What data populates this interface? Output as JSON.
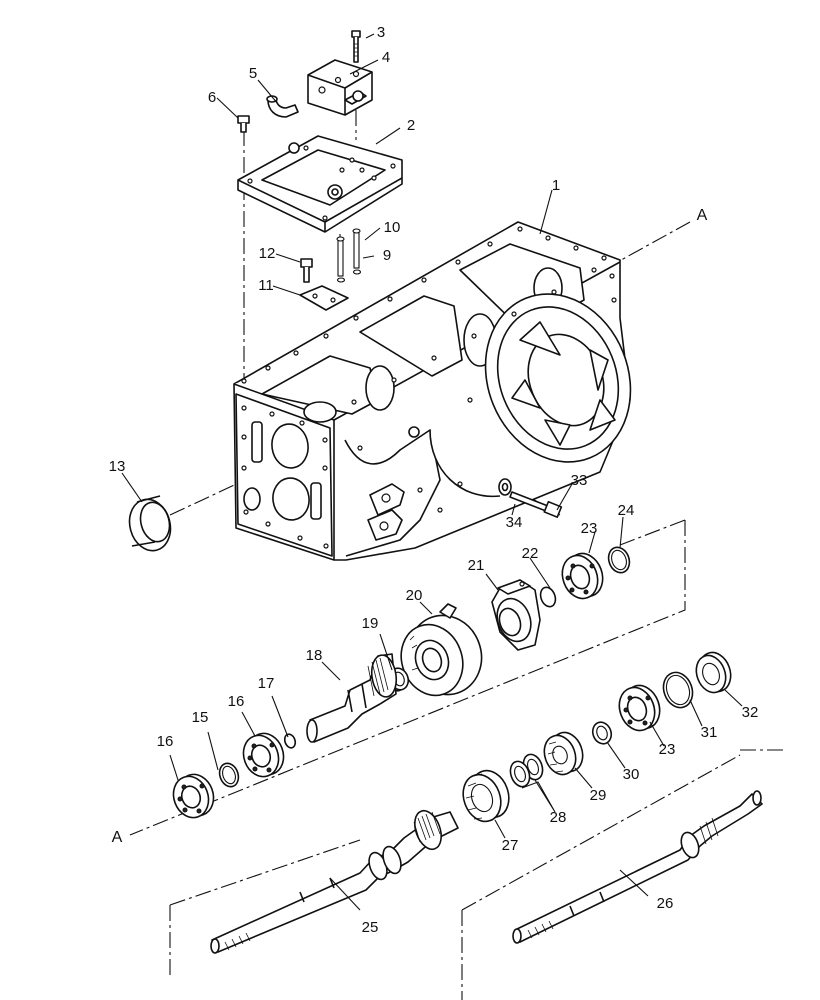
{
  "callouts": [
    "1",
    "2",
    "3",
    "4",
    "5",
    "6",
    "9",
    "10",
    "11",
    "12",
    "13",
    "15",
    "16",
    "16",
    "17",
    "18",
    "19",
    "20",
    "21",
    "22",
    "23",
    "23",
    "24",
    "25",
    "26",
    "27",
    "28",
    "29",
    "30",
    "31",
    "32",
    "33",
    "34"
  ],
  "section_refs": [
    "A",
    "A"
  ],
  "parts": [
    {
      "num": "1",
      "part": "transmission-housing"
    },
    {
      "num": "2",
      "part": "cover-plate"
    },
    {
      "num": "3",
      "part": "bolt"
    },
    {
      "num": "4",
      "part": "valve-block"
    },
    {
      "num": "5",
      "part": "elbow-fitting"
    },
    {
      "num": "6",
      "part": "bolt"
    },
    {
      "num": "9",
      "part": "stud"
    },
    {
      "num": "10",
      "part": "o-ring"
    },
    {
      "num": "11",
      "part": "plate"
    },
    {
      "num": "12",
      "part": "bolt"
    },
    {
      "num": "13",
      "part": "oil-seal"
    },
    {
      "num": "15",
      "part": "snap-ring"
    },
    {
      "num": "16",
      "part": "ball-bearing"
    },
    {
      "num": "17",
      "part": "snap-ring"
    },
    {
      "num": "18",
      "part": "input-shaft"
    },
    {
      "num": "19",
      "part": "needle-bearing"
    },
    {
      "num": "20",
      "part": "clutch-hub"
    },
    {
      "num": "21",
      "part": "bearing-carrier"
    },
    {
      "num": "22",
      "part": "snap-ring"
    },
    {
      "num": "23",
      "part": "ball-bearing"
    },
    {
      "num": "24",
      "part": "snap-ring"
    },
    {
      "num": "25",
      "part": "main-shaft"
    },
    {
      "num": "26",
      "part": "pto-shaft"
    },
    {
      "num": "27",
      "part": "gear"
    },
    {
      "num": "28",
      "part": "bushing"
    },
    {
      "num": "29",
      "part": "gear"
    },
    {
      "num": "30",
      "part": "thrust-washer"
    },
    {
      "num": "31",
      "part": "snap-ring"
    },
    {
      "num": "32",
      "part": "oil-seal"
    },
    {
      "num": "33",
      "part": "bolt"
    },
    {
      "num": "34",
      "part": "washer"
    }
  ]
}
